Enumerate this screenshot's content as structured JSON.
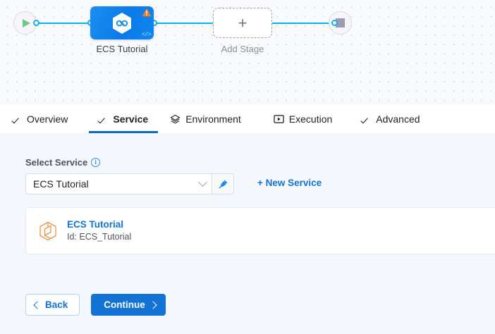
{
  "pipeline": {
    "start_node": {
      "icon": "play-icon"
    },
    "end_node": {
      "icon": "stop-icon"
    },
    "stage": {
      "label": "ECS Tutorial",
      "icon": "harness-hexagon-icon",
      "warning_icon": "warning-triangle-icon",
      "code_icon": "code-brackets-icon"
    },
    "add_stage": {
      "label": "Add Stage",
      "plus": "+"
    },
    "connector_color": "#0ab2f0"
  },
  "tabs": [
    {
      "label": "Overview",
      "icon": "check-icon",
      "active": false
    },
    {
      "label": "Service",
      "icon": "check-icon",
      "active": true
    },
    {
      "label": "Environment",
      "icon": "layers-diamond-icon",
      "active": false
    },
    {
      "label": "Execution",
      "icon": "play-box-icon",
      "active": false
    },
    {
      "label": "Advanced",
      "icon": "check-icon",
      "active": false
    }
  ],
  "form": {
    "field_label": "Select Service",
    "info_icon_glyph": "i",
    "select": {
      "value": "ECS Tutorial",
      "placeholder": "Select Service",
      "chevron_icon": "chevron-down-icon"
    },
    "pin_button_icon": "pin-icon",
    "new_service_link": "+ New Service"
  },
  "service_card": {
    "icon": "cube-hexagon-icon",
    "title": "ECS Tutorial",
    "subtitle": "Id: ECS_Tutorial"
  },
  "footer": {
    "back_label": "Back",
    "continue_label": "Continue"
  },
  "colors": {
    "accent_blue": "#1273d4",
    "active_tab_underline": "#0b6bc4",
    "node_blue": "#0b7ae8",
    "connector": "#0ab2f0",
    "warning_orange": "#f07c22",
    "card_icon_orange": "#e8954a",
    "start_green": "#6cc788",
    "canvas_bg": "#f8fafc",
    "content_bg": "#f4f7fb"
  }
}
